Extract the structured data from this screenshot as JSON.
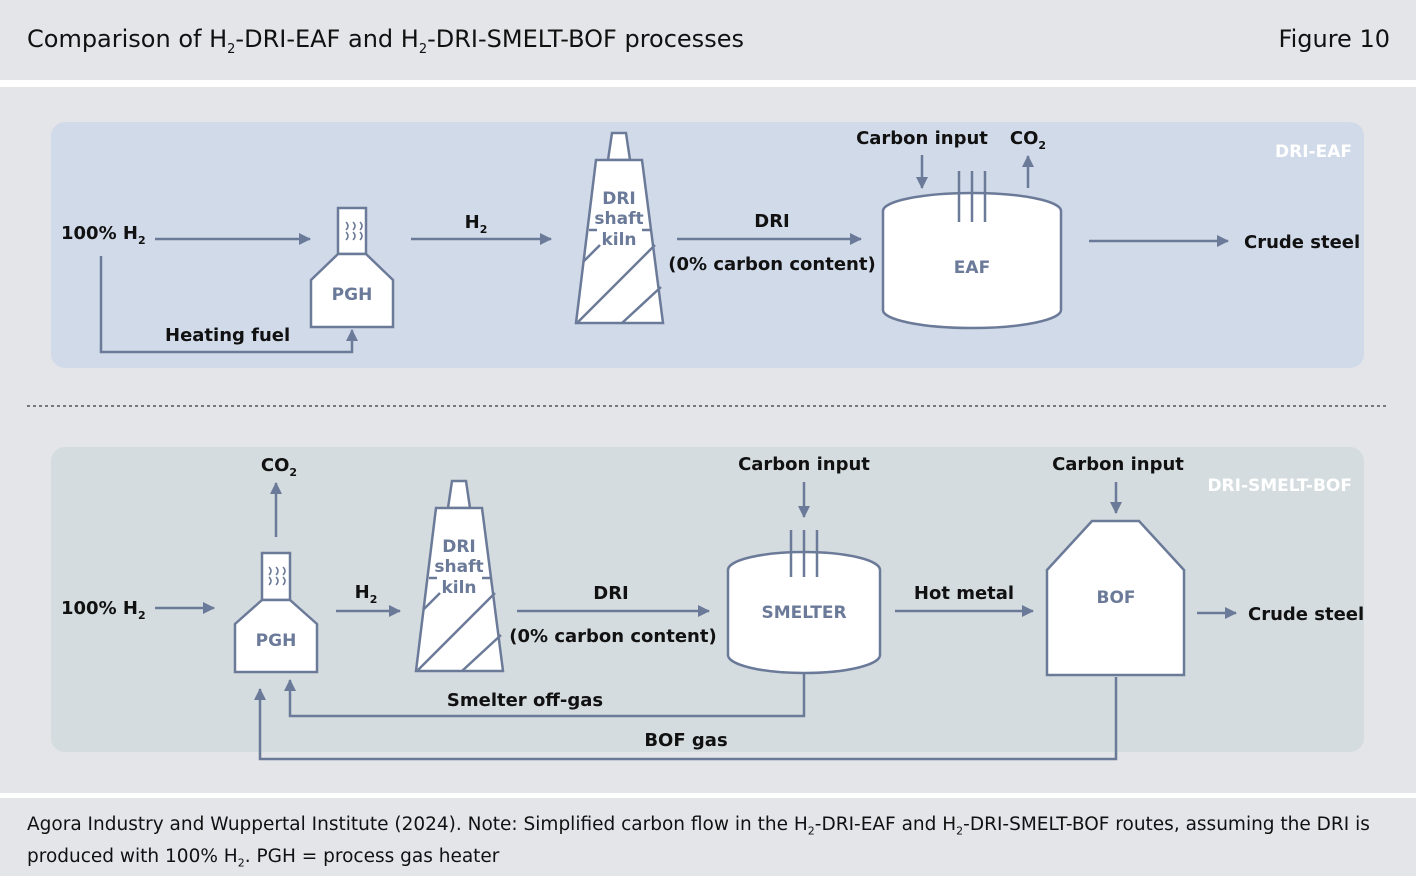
{
  "header": {
    "title_pre": "Comparison of H",
    "title_sub1": "2",
    "title_mid": "-DRI-EAF and H",
    "title_sub2": "2",
    "title_post": "-DRI-SMELT-BOF processes",
    "figure": "Figure 10"
  },
  "colors": {
    "background": "#e3e5e9",
    "panel_eaf": "#d1dae9",
    "panel_bof": "#d4dcdf",
    "stroke": "#6b7a98",
    "shape_fill": "#ffffff"
  },
  "top": {
    "tag": "DRI-EAF",
    "input_label": "100% H",
    "input_sub": "2",
    "pgh": "PGH",
    "heating_fuel": "Heating fuel",
    "h2_label": "H",
    "h2_sub": "2",
    "kiln_lines": [
      "DRI",
      "shaft",
      "kiln"
    ],
    "dri_label": "DRI",
    "dri_note": "(0% carbon content)",
    "carbon_input": "Carbon input",
    "co2_label": "CO",
    "co2_sub": "2",
    "eaf": "EAF",
    "output": "Crude steel"
  },
  "bottom": {
    "tag": "DRI-SMELT-BOF",
    "input_label": "100% H",
    "input_sub": "2",
    "co2_label": "CO",
    "co2_sub": "2",
    "pgh": "PGH",
    "h2_label": "H",
    "h2_sub": "2",
    "kiln_lines": [
      "DRI",
      "shaft",
      "kiln"
    ],
    "dri_label": "DRI",
    "dri_note": "(0% carbon content)",
    "carbon_input_smelter": "Carbon input",
    "smelter": "SMELTER",
    "hot_metal": "Hot metal",
    "carbon_input_bof": "Carbon input",
    "bof": "BOF",
    "output": "Crude steel",
    "smelter_offgas": "Smelter off-gas",
    "bof_gas": "BOF gas"
  },
  "footer": {
    "source_1": "Agora Industry and Wuppertal Institute (2024). Note: Simplified carbon flow in the H",
    "source_sub1": "2",
    "source_2": "-DRI-EAF and H",
    "source_sub2": "2",
    "source_3": "-DRI-SMELT-BOF routes, assuming the DRI is produced with 100% H",
    "source_sub3": "2",
    "source_4": ". PGH = process gas heater"
  }
}
